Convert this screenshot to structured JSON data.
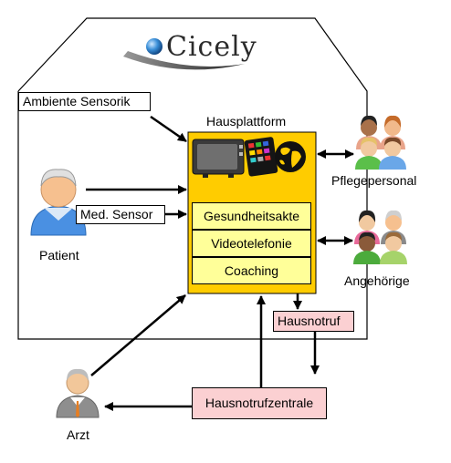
{
  "logo": {
    "text": "Cicely"
  },
  "labels": {
    "ambient_sensor": "Ambiente Sensorik",
    "platform_title": "Hausplattform",
    "patient": "Patient",
    "med_sensor": "Med. Sensor",
    "caregivers": "Pflegepersonal",
    "relatives": "Angehörige",
    "emergency_call": "Hausnotruf",
    "emergency_center": "Hausnotrufzentrale",
    "doctor": "Arzt"
  },
  "platform_modules": [
    "Gesundheitsakte",
    "Videotelefonie",
    "Coaching"
  ],
  "colors": {
    "platform_fill": "#ffcc00",
    "module_fill": "#ffff99",
    "emergency_fill": "#fbd0d2"
  }
}
